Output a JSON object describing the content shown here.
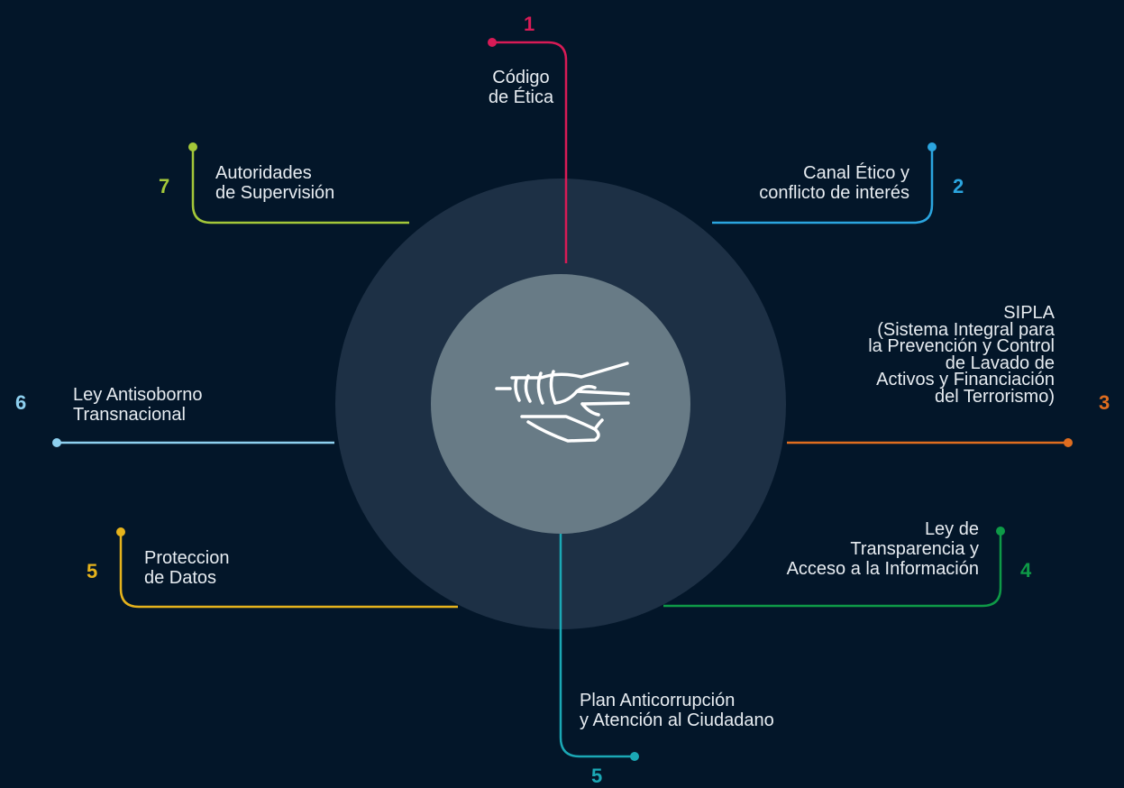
{
  "colors": {
    "background": "#031629",
    "outer_circle": "#1d3045",
    "inner_circle": "#687b86",
    "item_1": "#d81b56",
    "item_2": "#2ba5df",
    "item_3": "#e06d1f",
    "item_4": "#0e9a47",
    "item_5_bottom": "#1ba8b5",
    "item_5_left": "#e6b31c",
    "item_6": "#8ed0ef",
    "item_7": "#a4c839"
  },
  "center_icon": "handshake-icon",
  "items": [
    {
      "number": "1",
      "label": "Código\nde Ética"
    },
    {
      "number": "2",
      "label": "Canal Ético y\nconflicto de interés"
    },
    {
      "number": "3",
      "label": "SIPLA\n(Sistema Integral para\nla Prevención y Control\nde Lavado de\nActivos y Financiación\ndel Terrorismo)"
    },
    {
      "number": "4",
      "label": "Ley de\nTransparencia y\nAcceso a la Información"
    },
    {
      "number": "5",
      "label": "Plan Anticorrupción\ny Atención al Ciudadano"
    },
    {
      "number": "5",
      "label": "Proteccion\nde Datos"
    },
    {
      "number": "6",
      "label": "Ley  Antisoborno\nTransnacional"
    },
    {
      "number": "7",
      "label": "Autoridades\nde Supervisión"
    }
  ]
}
